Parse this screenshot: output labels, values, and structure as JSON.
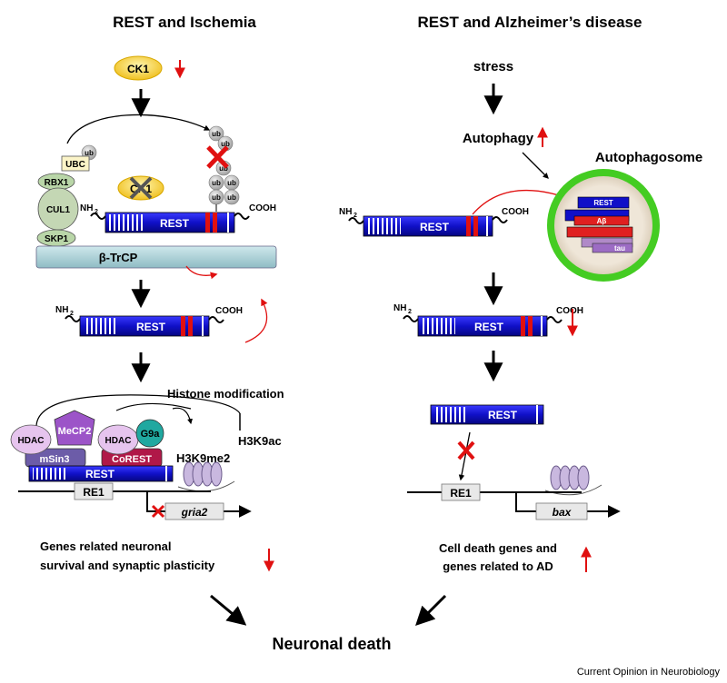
{
  "titles": {
    "left": "REST and Ischemia",
    "right": "REST and Alzheimer’s disease"
  },
  "left": {
    "ck1": "CK1",
    "ck1_inhibited": "CK1",
    "ub": "ub",
    "ubc": "UBC",
    "rbx1": "RBX1",
    "cul1": "CUL1",
    "skp1": "SKP1",
    "btrcp": "β-TrCP",
    "nh2": "NH",
    "nh2_sub": "2",
    "rest": "REST",
    "cooh": "COOH",
    "histone_mod": "Histone modification",
    "hdac": "HDAC",
    "mecp2": "MeCP2",
    "g9a": "G9a",
    "msin3": "mSin3",
    "corest": "CoREST",
    "h3k9ac": "H3K9ac",
    "h3k9me2": "H3K9me2",
    "re1": "RE1",
    "gria2": "gria2",
    "result_line1": "Genes related neuronal",
    "result_line2": "survival and synaptic plasticity"
  },
  "right": {
    "stress": "stress",
    "autophagy": "Autophagy",
    "autophagosome": "Autophagosome",
    "nh2": "NH",
    "nh2_sub": "2",
    "rest": "REST",
    "cooh": "COOH",
    "auto_rest": "REST",
    "abeta": "Aβ",
    "tau": "tau",
    "re1": "RE1",
    "bax": "bax",
    "result_line1": "Cell death genes and",
    "result_line2": "genes related to AD"
  },
  "bottom": {
    "outcome": "Neuronal death",
    "credit": "Current Opinion in Neurobiology"
  },
  "colors": {
    "rest_bar": "#1010c8",
    "red": "#e01010",
    "btrcp": "#a8cfd6",
    "ck1": "#f0c020",
    "autophagosome_ring": "#44cc22",
    "autophagosome_fill": "#efe6d8",
    "ub": "#b8b8b8",
    "hdac": "#e6c4ee",
    "mecp2": "#9c54c8",
    "g9a": "#20a8a0",
    "msin3": "#6c5ca8",
    "corest": "#b01848"
  }
}
